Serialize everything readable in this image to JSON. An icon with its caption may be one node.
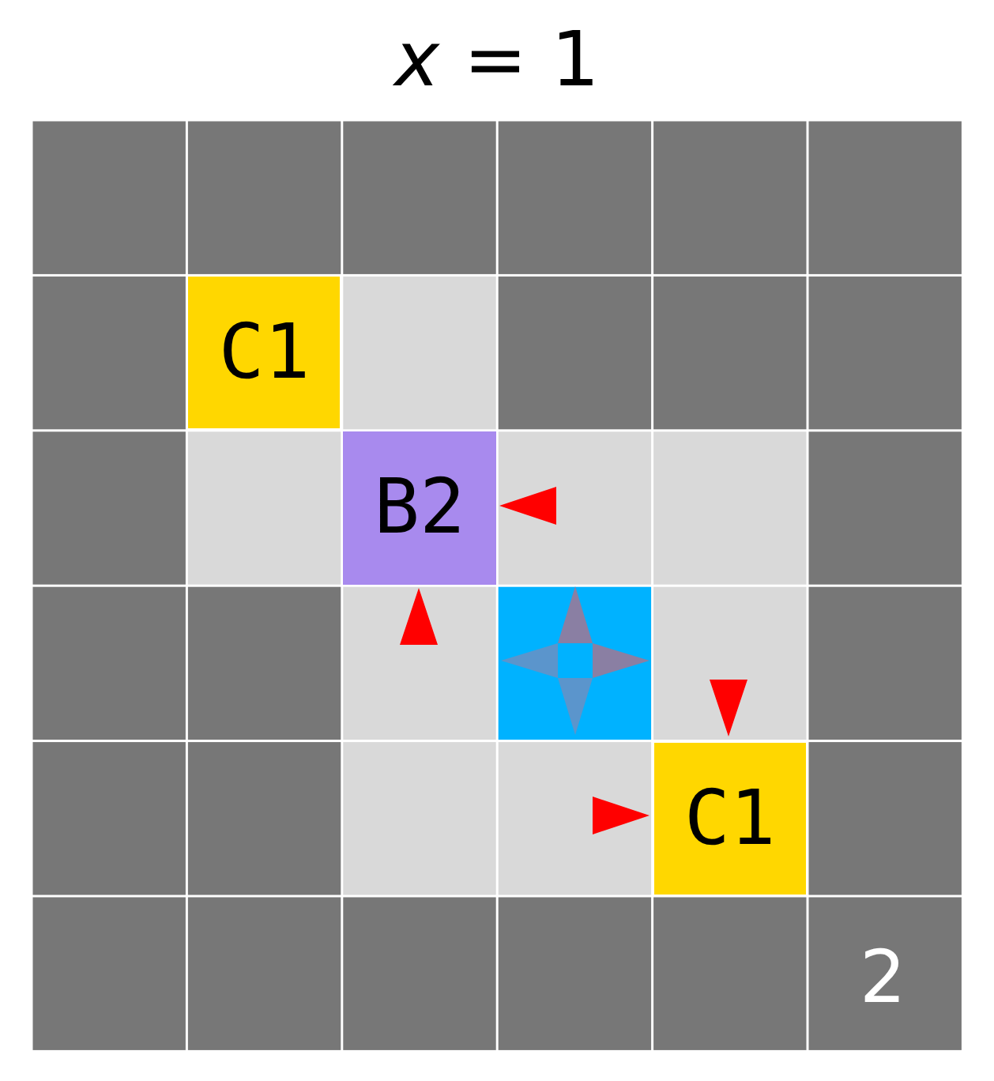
{
  "diagram": {
    "title": "*x* = 1",
    "nodes": [
      {
        "text": [
          "C1"
        ]
      },
      {
        "text": [
          "B2"
        ]
      },
      {
        "text": [
          "C1"
        ]
      }
    ],
    "labels": [
      "2"
    ]
  }
}
